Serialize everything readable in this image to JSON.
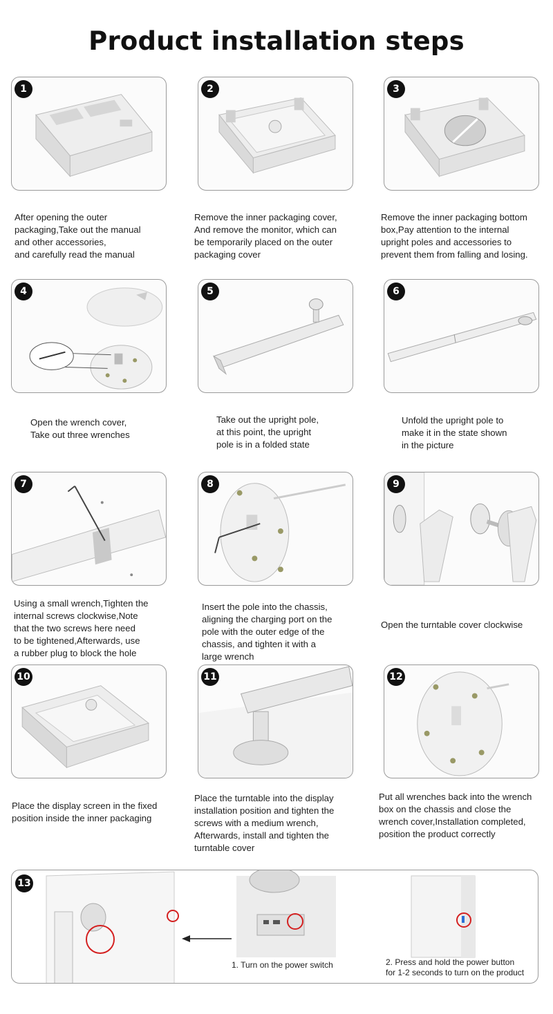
{
  "page_title": "Product installation steps",
  "steps": [
    {
      "num": "1",
      "caption": "After opening the outer\npackaging,Take out the manual\nand other accessories,\nand carefully read the manual"
    },
    {
      "num": "2",
      "caption": "Remove the inner packaging cover,\nAnd remove the monitor, which can\nbe temporarily placed on the outer\npackaging cover"
    },
    {
      "num": "3",
      "caption": "Remove the inner packaging bottom\nbox,Pay attention to the internal\nupright poles and accessories to\nprevent them from falling and losing."
    },
    {
      "num": "4",
      "caption": "Open the wrench cover,\nTake out three wrenches"
    },
    {
      "num": "5",
      "caption": "Take out the upright pole,\nat this point, the upright\npole is in a folded state"
    },
    {
      "num": "6",
      "caption": "Unfold the upright pole to\nmake it in the state shown\nin the picture"
    },
    {
      "num": "7",
      "caption": "Using a small wrench,Tighten the\ninternal screws clockwise,Note\nthat the two screws here need\nto be tightened,Afterwards, use\na rubber plug to block the hole"
    },
    {
      "num": "8",
      "caption": "Insert the pole into the chassis,\naligning the charging port on the\npole with the outer edge of the\nchassis, and tighten it with a\nlarge wrench"
    },
    {
      "num": "9",
      "caption": "Open the turntable cover clockwise"
    },
    {
      "num": "10",
      "caption": "Place the display screen in the fixed\nposition inside the inner packaging"
    },
    {
      "num": "11",
      "caption": "Place the turntable into the display\ninstallation position and tighten the\nscrews with a medium wrench,\nAfterwards, install and tighten the\nturntable cover"
    },
    {
      "num": "12",
      "caption": "Put all wrenches back into the wrench\nbox on the chassis and close the\nwrench cover,Installation completed,\nposition the product correctly"
    }
  ],
  "final_step": {
    "num": "13",
    "note_power_switch": "1. Turn on the power switch",
    "note_power_button": "2. Press and hold the power button\nfor 1-2 seconds to turn on the product"
  },
  "colors": {
    "badge": "#111111",
    "highlight": "#d42020",
    "border": "#9a9a9a"
  }
}
